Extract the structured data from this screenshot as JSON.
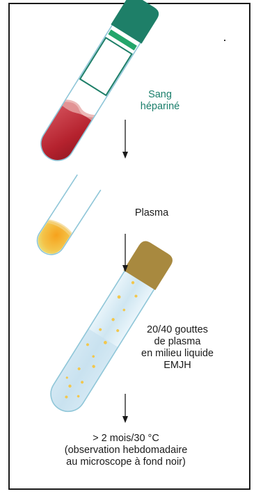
{
  "steps": {
    "step1_line1": "Sang",
    "step1_line2": "hépariné",
    "step2": "Plasma",
    "step3_line1": "20/40 gouttes",
    "step3_line2": "de plasma",
    "step3_line3": "en milieu liquide",
    "step3_line4": "EMJH",
    "step4_line1": "> 2 mois/30 °C",
    "step4_line2": "(observation hebdomadaire",
    "step4_line3": "au microscope à fond noir)"
  },
  "colors": {
    "cap_green": "#1e7f68",
    "band_green": "#23a66b",
    "label_green": "#1a7e6b",
    "blood_red": "#b5222e",
    "plasma_yellow": "#f0b022",
    "cap_gold": "#a8893f",
    "medium_blue": "#cfe6f1",
    "glass_outline": "#8fc6d8"
  }
}
